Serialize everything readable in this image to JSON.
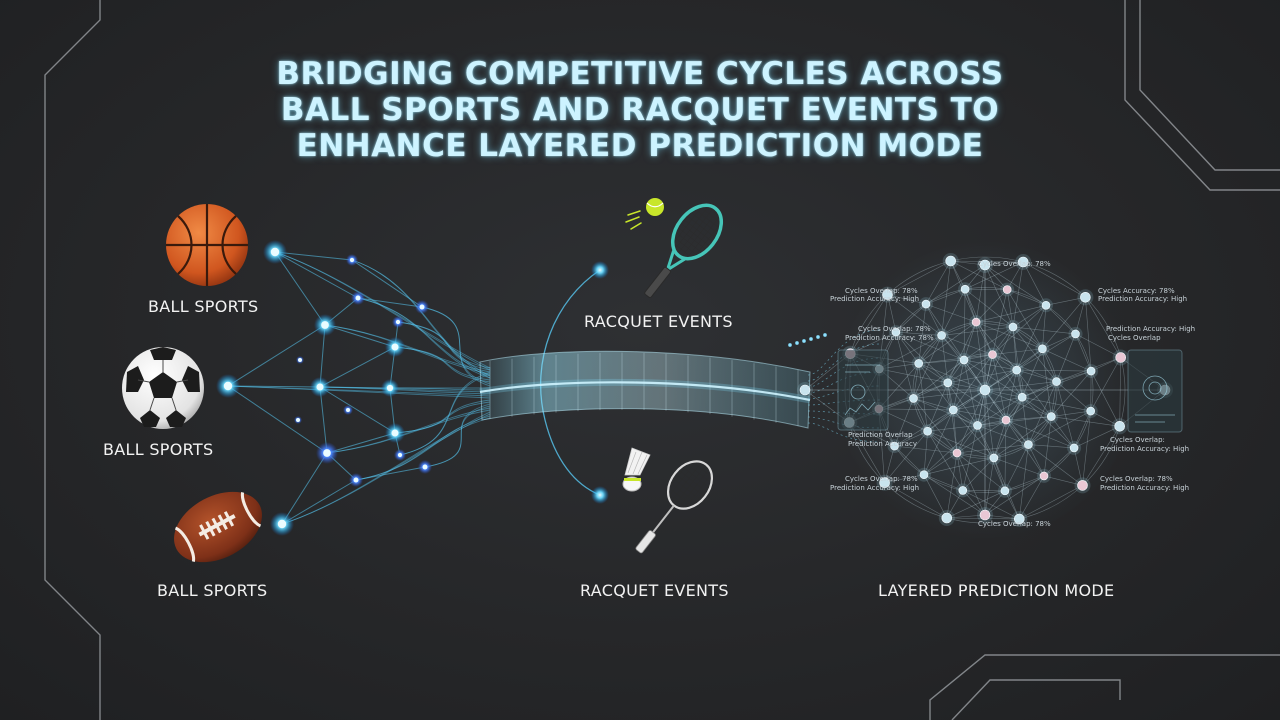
{
  "title": {
    "line1": "BRIDGING COMPETITIVE CYCLES ACROSS",
    "line2": "BALL SPORTS AND RACQUET EVENTS TO",
    "line3": "ENHANCE LAYERED PREDICTION MODE"
  },
  "ball_sports": {
    "label_1": "BALL SPORTS",
    "label_2": "BALL SPORTS",
    "label_3": "BALL SPORTS",
    "icon_1": "basketball-icon",
    "icon_2": "soccer-ball-icon",
    "icon_3": "american-football-icon"
  },
  "racquet_events": {
    "label_top": "RACQUET EVENTS",
    "label_bottom": "RACQUET EVENTS",
    "icon_top": "tennis-racket-icon",
    "icon_bottom": "badminton-racket-icon"
  },
  "prediction": {
    "label": "LAYERED PREDICTION MODE",
    "annotations": {
      "top": "Cycles Overlap: 78%",
      "bottom": "Cycles Overlap: 78%",
      "tl_1": "Cycles Overlap: 78%",
      "tl_2": "Prediction Accuracy: High",
      "tr_1": "Cycles Accuracy: 78%",
      "tr_2": "Prediction Accuracy: High",
      "ml_1": "Cycles Overlap: 78%",
      "ml_2": "Prediction Accuracy: 78%",
      "mr_1": "Prediction Accuracy: High",
      "mr_2": "Cycles Overlap",
      "ll_1": "Prediction Overlap",
      "ll_2": "Prediction Accuracy",
      "lr_1": "Cycles Overlap:",
      "lr_2": "Prediction Accuracy: High",
      "bl_1": "Cycles Overlap: 78%",
      "bl_2": "Prediction Accuracy: High",
      "br_1": "Cycles Overlap: 78%",
      "br_2": "Prediction Accuracy: High"
    }
  },
  "colors": {
    "background": "#262729",
    "title": "#cdf3ff",
    "node_glow": "#4fd2ff",
    "node_blue": "#3f7bff",
    "node_core": "#e8fbff",
    "line": "#57c8f2",
    "basketball": "#e26a2c",
    "football": "#8a3a1e",
    "tennis_ball": "#c8e62a",
    "racket_teal": "#46c5b8"
  }
}
